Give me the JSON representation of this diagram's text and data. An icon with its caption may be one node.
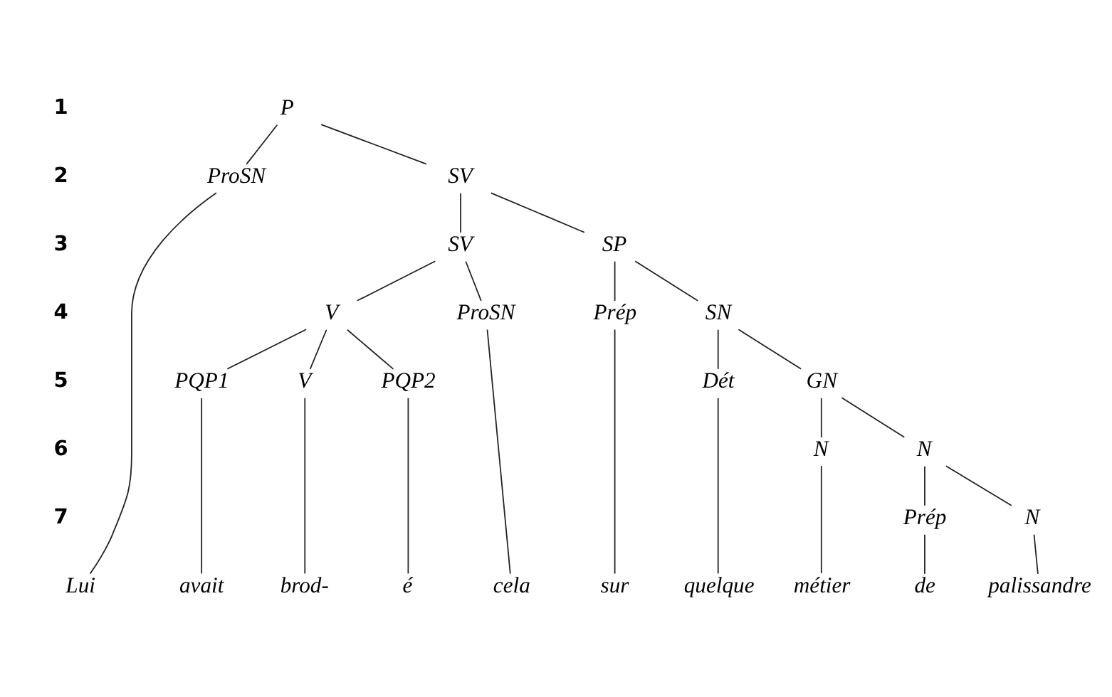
{
  "diagram": {
    "nodes": [
      {
        "text": [
          "P"
        ]
      },
      {
        "text": [
          "ProSN"
        ]
      },
      {
        "text": [
          "SV"
        ]
      },
      {
        "text": [
          "SV"
        ]
      },
      {
        "text": [
          "SP"
        ]
      },
      {
        "text": [
          "V"
        ]
      },
      {
        "text": [
          "ProSN"
        ]
      },
      {
        "text": [
          "Prép"
        ]
      },
      {
        "text": [
          "SN"
        ]
      },
      {
        "text": [
          "PQP1"
        ]
      },
      {
        "text": [
          "V"
        ]
      },
      {
        "text": [
          "PQP2"
        ]
      },
      {
        "text": [
          "Dét"
        ]
      },
      {
        "text": [
          "GN"
        ]
      },
      {
        "text": [
          "N"
        ]
      },
      {
        "text": [
          "N"
        ]
      },
      {
        "text": [
          "Prép"
        ]
      },
      {
        "text": [
          "N"
        ]
      },
      {
        "text": [
          "Lui"
        ]
      },
      {
        "text": [
          "avait"
        ]
      },
      {
        "text": [
          "brod-"
        ]
      },
      {
        "text": [
          "é"
        ]
      },
      {
        "text": [
          "cela"
        ]
      },
      {
        "text": [
          "sur"
        ]
      },
      {
        "text": [
          "quelque"
        ]
      },
      {
        "text": [
          "métier"
        ]
      },
      {
        "text": [
          "de"
        ]
      },
      {
        "text": [
          "palissandre"
        ]
      }
    ],
    "edges": [
      {
        "from": 0,
        "to": 1,
        "arrow": "none"
      },
      {
        "from": 0,
        "to": 2,
        "arrow": "none"
      },
      {
        "from": 1,
        "to": 18,
        "arrow": "none"
      },
      {
        "from": 2,
        "to": 3,
        "arrow": "none"
      },
      {
        "from": 2,
        "to": 4,
        "arrow": "none"
      },
      {
        "from": 3,
        "to": 5,
        "arrow": "none"
      },
      {
        "from": 3,
        "to": 6,
        "arrow": "none"
      },
      {
        "from": 4,
        "to": 7,
        "arrow": "none"
      },
      {
        "from": 4,
        "to": 8,
        "arrow": "none"
      },
      {
        "from": 5,
        "to": 9,
        "arrow": "none"
      },
      {
        "from": 5,
        "to": 10,
        "arrow": "none"
      },
      {
        "from": 5,
        "to": 11,
        "arrow": "none"
      },
      {
        "from": 6,
        "to": 22,
        "arrow": "none"
      },
      {
        "from": 7,
        "to": 23,
        "arrow": "none"
      },
      {
        "from": 8,
        "to": 12,
        "arrow": "none"
      },
      {
        "from": 8,
        "to": 13,
        "arrow": "none"
      },
      {
        "from": 9,
        "to": 19,
        "arrow": "none"
      },
      {
        "from": 10,
        "to": 20,
        "arrow": "none"
      },
      {
        "from": 11,
        "to": 21,
        "arrow": "none"
      },
      {
        "from": 12,
        "to": 24,
        "arrow": "none"
      },
      {
        "from": 13,
        "to": 14,
        "arrow": "none"
      },
      {
        "from": 13,
        "to": 15,
        "arrow": "none"
      },
      {
        "from": 14,
        "to": 25,
        "arrow": "none"
      },
      {
        "from": 15,
        "to": 16,
        "arrow": "none"
      },
      {
        "from": 15,
        "to": 17,
        "arrow": "none"
      },
      {
        "from": 16,
        "to": 26,
        "arrow": "none"
      },
      {
        "from": 17,
        "to": 27,
        "arrow": "none"
      }
    ],
    "labels": [
      "1",
      "2",
      "3",
      "4",
      "5",
      "6",
      "7"
    ]
  }
}
